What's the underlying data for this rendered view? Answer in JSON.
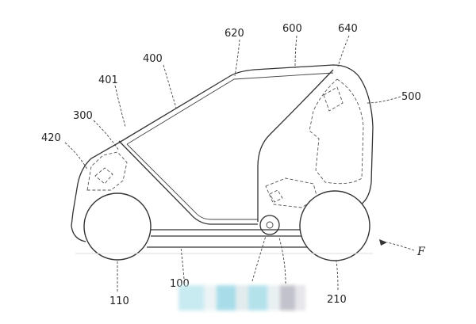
{
  "labels": {
    "l620": "620",
    "l600": "600",
    "l640": "640",
    "l400": "400",
    "l401": "401",
    "l500": "500",
    "l300": "300",
    "l420": "420",
    "l100": "100",
    "l110": "110",
    "l210": "210",
    "lF": "F"
  }
}
